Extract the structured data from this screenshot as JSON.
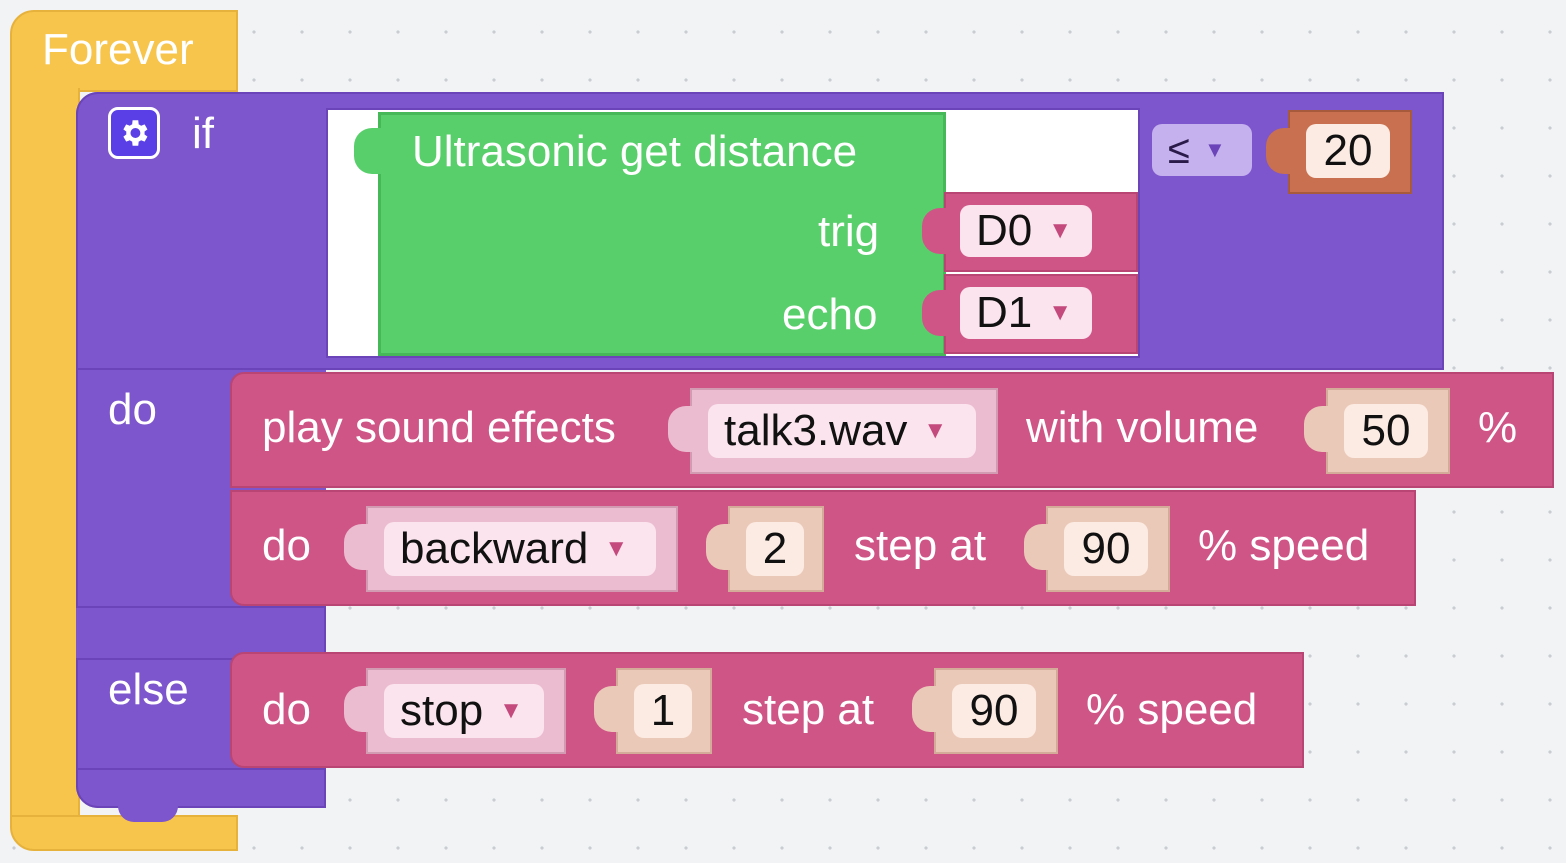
{
  "forever": {
    "label": "Forever"
  },
  "if_block": {
    "if_label": "if",
    "do_label": "do",
    "else_label": "else",
    "gear_icon": "gear-icon"
  },
  "condition": {
    "sensor_label": "Ultrasonic get distance",
    "trig_label": "trig",
    "echo_label": "echo",
    "trig_value": "D0",
    "echo_value": "D1",
    "operator": "≤",
    "threshold": "20"
  },
  "do_branch": {
    "play_label": "play sound effects",
    "sound_file": "talk3.wav",
    "volume_label": "with volume",
    "volume_value": "50",
    "percent": "%",
    "move_do_label": "do",
    "move_direction": "backward",
    "move_steps": "2",
    "step_at_label": "step at",
    "speed_value": "90",
    "speed_label": "% speed"
  },
  "else_branch": {
    "move_do_label": "do",
    "move_direction": "stop",
    "move_steps": "1",
    "step_at_label": "step at",
    "speed_value": "90",
    "speed_label": "% speed"
  },
  "colors": {
    "forever": "#f8c54c",
    "if_block": "#7d55cc",
    "action": "#d05587",
    "sensor": "#59cf6c",
    "number": "#c8704f"
  }
}
